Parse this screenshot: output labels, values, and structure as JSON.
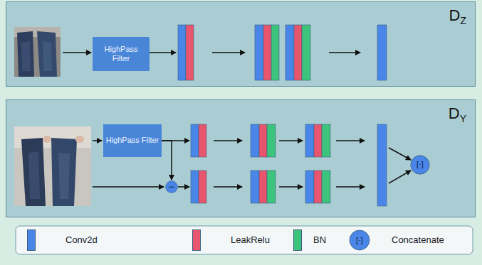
{
  "diagram": {
    "nodes": [
      {
        "text": [
          "DZ"
        ]
      },
      {
        "text": [
          "HighPass Filter"
        ],
        "in": 0
      },
      {
        "text": [
          "DY"
        ]
      },
      {
        "text": [
          "HighPass Filter"
        ],
        "in": 2
      },
      {
        "text": [
          "−"
        ],
        "in": 2
      },
      {
        "text": [
          "[·]"
        ],
        "in": 2
      }
    ],
    "edges": [
      {
        "from": 3,
        "to": 4,
        "arrow": "to"
      }
    ],
    "labels": [
      "[·]"
    ],
    "legend": [
      {
        "text": "Conv2d",
        "color": "#4a86e8"
      },
      {
        "text": "LeakRelu",
        "color": "#e8566e"
      },
      {
        "text": "BN",
        "color": "#3cc47c"
      },
      {
        "text": "Concatenate"
      }
    ]
  }
}
